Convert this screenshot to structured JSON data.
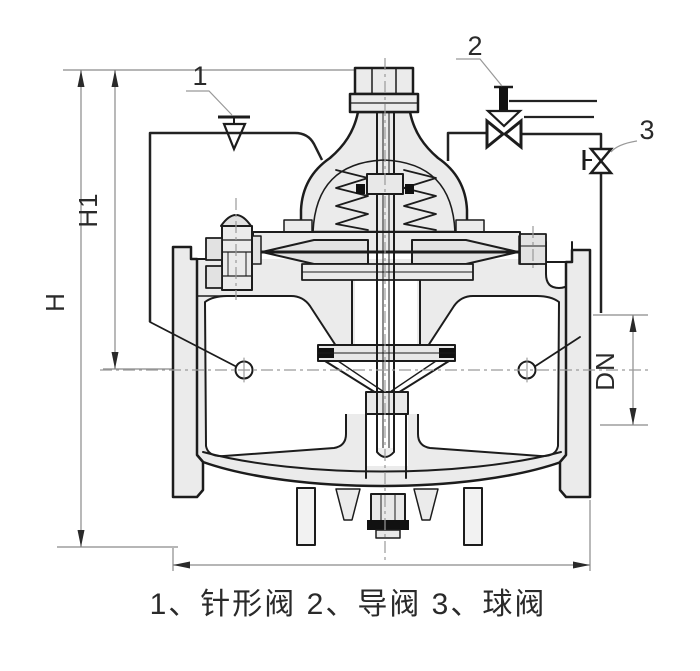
{
  "figure": {
    "caption": "1、针形阀 2、导阀 3、球阀",
    "parts_legend": [
      {
        "num": "1",
        "name": "针形阀"
      },
      {
        "num": "2",
        "name": "导阀"
      },
      {
        "num": "3",
        "name": "球阀"
      }
    ],
    "callouts": {
      "c1": "1",
      "c2": "2",
      "c3": "3"
    },
    "dimensions": {
      "total_height": "H",
      "center_height": "H1",
      "nominal_diameter": "DN"
    },
    "colors": {
      "line": "#1c1c1c",
      "body_fill": "#ebebeb",
      "dim_line": "#8a8a8a",
      "text": "#2a2a2a"
    }
  }
}
